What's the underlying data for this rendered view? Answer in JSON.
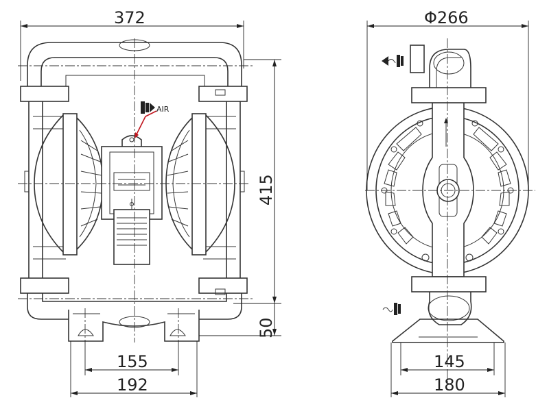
{
  "front_view": {
    "overall_width": "372",
    "height": "415",
    "base_height": "50",
    "foot_spacing_inner": "155",
    "foot_spacing_outer": "192",
    "air_label": "AIR"
  },
  "side_view": {
    "diameter": "Φ266",
    "foot_spacing_inner": "145",
    "foot_spacing_outer": "180"
  },
  "colors": {
    "line": "#333333",
    "air_arrow": "#c0141c"
  }
}
